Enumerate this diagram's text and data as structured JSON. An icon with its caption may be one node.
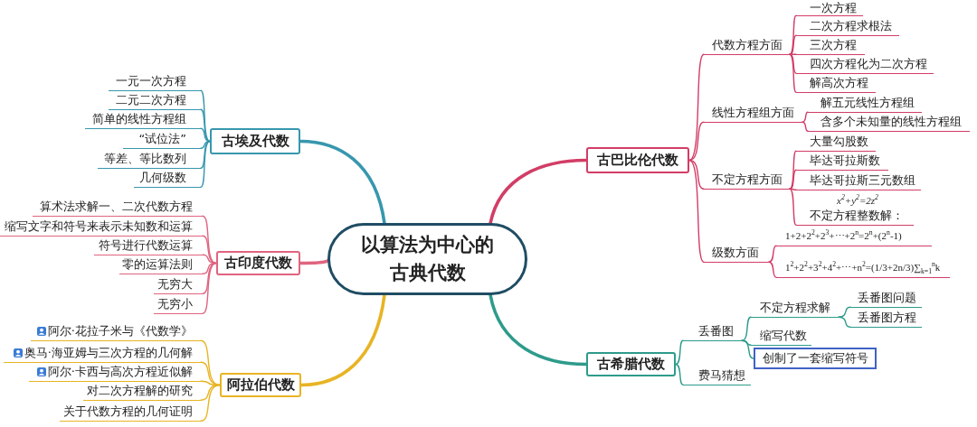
{
  "diagram": {
    "nodes": [
      {
        "text": [
          "以算法为中心的古典代数"
        ]
      },
      {
        "text": [
          "古埃及代数"
        ]
      },
      {
        "text": [
          "一元一次方程"
        ]
      },
      {
        "text": [
          "二元二次方程"
        ]
      },
      {
        "text": [
          "简单的线性方程组"
        ]
      },
      {
        "text": [
          "“试位法”"
        ]
      },
      {
        "text": [
          "等差、等比数列"
        ]
      },
      {
        "text": [
          "几何级数"
        ]
      },
      {
        "text": [
          "古印度代数"
        ]
      },
      {
        "text": [
          "算术法求解一、二次代数方程"
        ]
      },
      {
        "text": [
          "缩写文字和符号来表示未知数和运算"
        ]
      },
      {
        "text": [
          "符号进行代数运算"
        ]
      },
      {
        "text": [
          "零的运算法则"
        ]
      },
      {
        "text": [
          "无穷大"
        ]
      },
      {
        "text": [
          "无穷小"
        ]
      },
      {
        "text": [
          "阿拉伯代数"
        ]
      },
      {
        "text": [
          "阿尔·花拉子米与《代数学》"
        ]
      },
      {
        "text": [
          "奥马·海亚姆与三次方程的几何解"
        ]
      },
      {
        "text": [
          "阿尔·卡西与高次方程近似解"
        ]
      },
      {
        "text": [
          "对二次方程解的研究"
        ]
      },
      {
        "text": [
          "关于代数方程的几何证明"
        ]
      },
      {
        "text": [
          "古巴比伦代数"
        ]
      },
      {
        "text": [
          "代数方程方面"
        ]
      },
      {
        "text": [
          "一次方程"
        ]
      },
      {
        "text": [
          "二次方程求根法"
        ]
      },
      {
        "text": [
          "三次方程"
        ]
      },
      {
        "text": [
          "四次方程化为二次方程"
        ]
      },
      {
        "text": [
          "解高次方程"
        ]
      },
      {
        "text": [
          "线性方程组方面"
        ]
      },
      {
        "text": [
          "解五元线性方程组"
        ]
      },
      {
        "text": [
          "含多个未知量的线性方程组"
        ]
      },
      {
        "text": [
          "不定方程方面"
        ]
      },
      {
        "text": [
          "大量勾股数"
        ]
      },
      {
        "text": [
          "毕达哥拉斯数"
        ]
      },
      {
        "text": [
          "毕达哥拉斯三元数组"
        ]
      },
      {
        "text": [
          "x$^{2}$+y$^{2}$=2z$^{2}$",
          "不定方程整数解："
        ]
      },
      {
        "text": [
          "级数方面"
        ]
      },
      {
        "text": [
          "1+2+2$^{2}$+2$^{3}$+⋯+2$^{n}$=2$^{n}$+(2$^{n}$-1)"
        ]
      },
      {
        "text": [
          "1$^{2}$+2$^{2}$+3$^{2}$+4$^{2}$+⋯+n$^{2}$=(1/3+2n/3)∑$_{k=1}$$^{n}$k"
        ]
      },
      {
        "text": [
          "古希腊代数"
        ]
      },
      {
        "text": [
          "丢番图"
        ]
      },
      {
        "text": [
          "不定方程求解"
        ]
      },
      {
        "text": [
          "丢番图问题"
        ]
      },
      {
        "text": [
          "丢番图方程"
        ]
      },
      {
        "text": [
          "缩写代数"
        ]
      },
      {
        "text": [
          "创制了一套缩写符号"
        ]
      },
      {
        "text": [
          "费马猜想"
        ]
      }
    ],
    "edges": [
      {
        "from": 0,
        "to": 1,
        "arrow": "none",
        "style": "thick",
        "color": "#3797ad"
      },
      {
        "from": 0,
        "to": 8,
        "arrow": "none",
        "style": "thick",
        "color": "#e0647f"
      },
      {
        "from": 0,
        "to": 15,
        "arrow": "none",
        "style": "thick",
        "color": "#e8b424"
      },
      {
        "from": 0,
        "to": 21,
        "arrow": "none",
        "style": "thick",
        "color": "#d23d66"
      },
      {
        "from": 0,
        "to": 39,
        "arrow": "none",
        "style": "thick",
        "color": "#2e9b8b"
      },
      {
        "from": 1,
        "to": 2,
        "arrow": "none",
        "color": "#3797ad"
      },
      {
        "from": 1,
        "to": 3,
        "arrow": "none",
        "color": "#3797ad"
      },
      {
        "from": 1,
        "to": 4,
        "arrow": "none",
        "color": "#3797ad"
      },
      {
        "from": 1,
        "to": 5,
        "arrow": "none",
        "color": "#3797ad"
      },
      {
        "from": 1,
        "to": 6,
        "arrow": "none",
        "color": "#3797ad"
      },
      {
        "from": 1,
        "to": 7,
        "arrow": "none",
        "color": "#3797ad"
      },
      {
        "from": 8,
        "to": 9,
        "arrow": "none",
        "color": "#e0647f"
      },
      {
        "from": 8,
        "to": 10,
        "arrow": "none",
        "color": "#e0647f"
      },
      {
        "from": 8,
        "to": 11,
        "arrow": "none",
        "color": "#e0647f"
      },
      {
        "from": 8,
        "to": 12,
        "arrow": "none",
        "color": "#e0647f"
      },
      {
        "from": 8,
        "to": 13,
        "arrow": "none",
        "color": "#e0647f"
      },
      {
        "from": 8,
        "to": 14,
        "arrow": "none",
        "color": "#e0647f"
      },
      {
        "from": 15,
        "to": 16,
        "arrow": "none",
        "color": "#e8b424"
      },
      {
        "from": 15,
        "to": 17,
        "arrow": "none",
        "color": "#e8b424"
      },
      {
        "from": 15,
        "to": 18,
        "arrow": "none",
        "color": "#e8b424"
      },
      {
        "from": 15,
        "to": 19,
        "arrow": "none",
        "color": "#e8b424"
      },
      {
        "from": 15,
        "to": 20,
        "arrow": "none",
        "color": "#e8b424"
      },
      {
        "from": 21,
        "to": 22,
        "arrow": "none",
        "color": "#d23d66"
      },
      {
        "from": 21,
        "to": 28,
        "arrow": "none",
        "color": "#d23d66"
      },
      {
        "from": 21,
        "to": 31,
        "arrow": "none",
        "color": "#d23d66"
      },
      {
        "from": 21,
        "to": 36,
        "arrow": "none",
        "color": "#d23d66"
      },
      {
        "from": 22,
        "to": 23,
        "arrow": "none",
        "color": "#d23d66"
      },
      {
        "from": 22,
        "to": 24,
        "arrow": "none",
        "color": "#d23d66"
      },
      {
        "from": 22,
        "to": 25,
        "arrow": "none",
        "color": "#d23d66"
      },
      {
        "from": 22,
        "to": 26,
        "arrow": "none",
        "color": "#d23d66"
      },
      {
        "from": 22,
        "to": 27,
        "arrow": "none",
        "color": "#d23d66"
      },
      {
        "from": 28,
        "to": 29,
        "arrow": "none",
        "color": "#d23d66"
      },
      {
        "from": 28,
        "to": 30,
        "arrow": "none",
        "color": "#d23d66"
      },
      {
        "from": 31,
        "to": 32,
        "arrow": "none",
        "color": "#d23d66"
      },
      {
        "from": 31,
        "to": 33,
        "arrow": "none",
        "color": "#d23d66"
      },
      {
        "from": 31,
        "to": 34,
        "arrow": "none",
        "color": "#d23d66"
      },
      {
        "from": 31,
        "to": 35,
        "arrow": "none",
        "color": "#d23d66"
      },
      {
        "from": 36,
        "to": 37,
        "arrow": "none",
        "color": "#d23d66"
      },
      {
        "from": 36,
        "to": 38,
        "arrow": "none",
        "color": "#d23d66"
      },
      {
        "from": 39,
        "to": 40,
        "arrow": "none",
        "color": "#2e9b8b"
      },
      {
        "from": 39,
        "to": 46,
        "arrow": "none",
        "color": "#2e9b8b"
      },
      {
        "from": 40,
        "to": 41,
        "arrow": "none",
        "color": "#2e9b8b"
      },
      {
        "from": 40,
        "to": 44,
        "arrow": "none",
        "color": "#2e9b8b"
      },
      {
        "from": 40,
        "to": 45,
        "arrow": "none",
        "color": "#2e9b8b"
      },
      {
        "from": 41,
        "to": 42,
        "arrow": "none",
        "color": "#2e9b8b"
      },
      {
        "from": 41,
        "to": 43,
        "arrow": "none",
        "color": "#2e9b8b"
      }
    ]
  }
}
